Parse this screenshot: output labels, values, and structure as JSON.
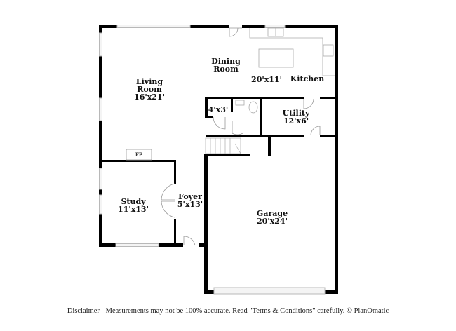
{
  "rooms": {
    "living": {
      "name_line1": "Living",
      "name_line2": "Room",
      "dims": "16'x21'"
    },
    "dining": {
      "name_line1": "Dining",
      "name_line2": "Room"
    },
    "kitchen_dims": "20'x11'",
    "kitchen": {
      "name": "Kitchen"
    },
    "closet": {
      "dims": "4'x3'"
    },
    "utility": {
      "name": "Utility",
      "dims": "12'x6'"
    },
    "study": {
      "name": "Study",
      "dims": "11'x13'"
    },
    "foyer": {
      "name": "Foyer",
      "dims": "5'x13'"
    },
    "garage": {
      "name": "Garage",
      "dims": "20'x24'"
    }
  },
  "fixtures": {
    "fireplace": "FP"
  },
  "colors": {
    "wall": "#000000",
    "window": "#cccccc",
    "fixture_line": "#999999"
  },
  "disclaimer": "Disclaimer - Measurements may not be 100% accurate. Read \"Terms & Conditions\" carefully. © PlanOmatic"
}
